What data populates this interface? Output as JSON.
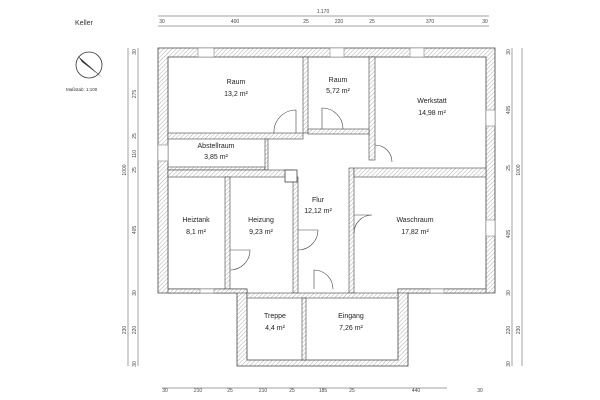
{
  "title": "Keller",
  "scale": "Maßstab: 1:100",
  "rooms": [
    {
      "name": "Raum",
      "area": "13,2 m²"
    },
    {
      "name": "Raum",
      "area": "5,72 m²"
    },
    {
      "name": "Werkstatt",
      "area": "14,98 m²"
    },
    {
      "name": "Abstellraum",
      "area": "3,85 m²"
    },
    {
      "name": "Flur",
      "area": "12,12 m²"
    },
    {
      "name": "Heiztank",
      "area": "8,1 m²"
    },
    {
      "name": "Heizung",
      "area": "9,23 m²"
    },
    {
      "name": "Waschraum",
      "area": "17,82 m²"
    },
    {
      "name": "Treppe",
      "area": "4,4 m²"
    },
    {
      "name": "Eingang",
      "area": "7,26 m²"
    }
  ],
  "dims": {
    "top_total": "1.170",
    "top": [
      "30",
      "400",
      "25",
      "220",
      "25",
      "370",
      "30"
    ],
    "bottom": [
      "30",
      "210",
      "25",
      "210",
      "25",
      "185",
      "25",
      "440",
      "30"
    ],
    "left": [
      "30",
      "275",
      "25",
      "110",
      "25",
      "405",
      "30",
      "220",
      "30"
    ],
    "left_total": [
      "1000",
      "230"
    ],
    "right": [
      "30",
      "405",
      "25",
      "405",
      "30",
      "220",
      "30"
    ],
    "right_total": [
      "1000",
      "230"
    ]
  },
  "colors": {
    "wall": "#555555",
    "hatch": "#999999"
  }
}
